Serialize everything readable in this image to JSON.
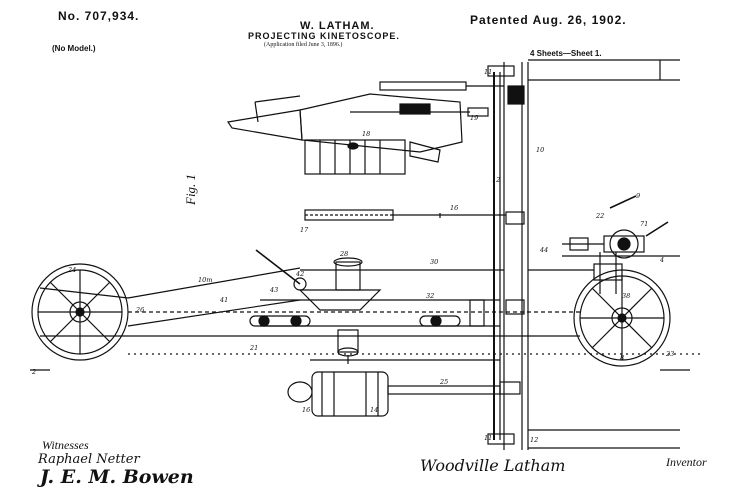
{
  "header": {
    "patent_number": "No. 707,934.",
    "patent_date": "Patented Aug. 26, 1902.",
    "inventor_name": "W. LATHAM.",
    "title": "PROJECTING KINETOSCOPE.",
    "application_line": "(Application filed June 3, 1896.)",
    "no_model": "(No Model.)",
    "sheet_info": "4 Sheets—Sheet 1."
  },
  "figure": {
    "label": "Fig. 1",
    "reference_numerals": [
      "11",
      "10",
      "19",
      "18",
      "17",
      "12",
      "16",
      "44",
      "22",
      "71",
      "9",
      "4",
      "38",
      "24",
      "10m",
      "42",
      "43",
      "41",
      "26",
      "28",
      "30",
      "32",
      "8",
      "2",
      "21",
      "23",
      "25",
      "16",
      "14",
      "11",
      "12"
    ]
  },
  "signatures": {
    "witnesses_label": "Witnesses",
    "witness_1": "Raphael Netter",
    "witness_2": "J. E. M. Bowen",
    "inventor_label": "Inventor",
    "inventor_signature": "Woodville Latham"
  }
}
